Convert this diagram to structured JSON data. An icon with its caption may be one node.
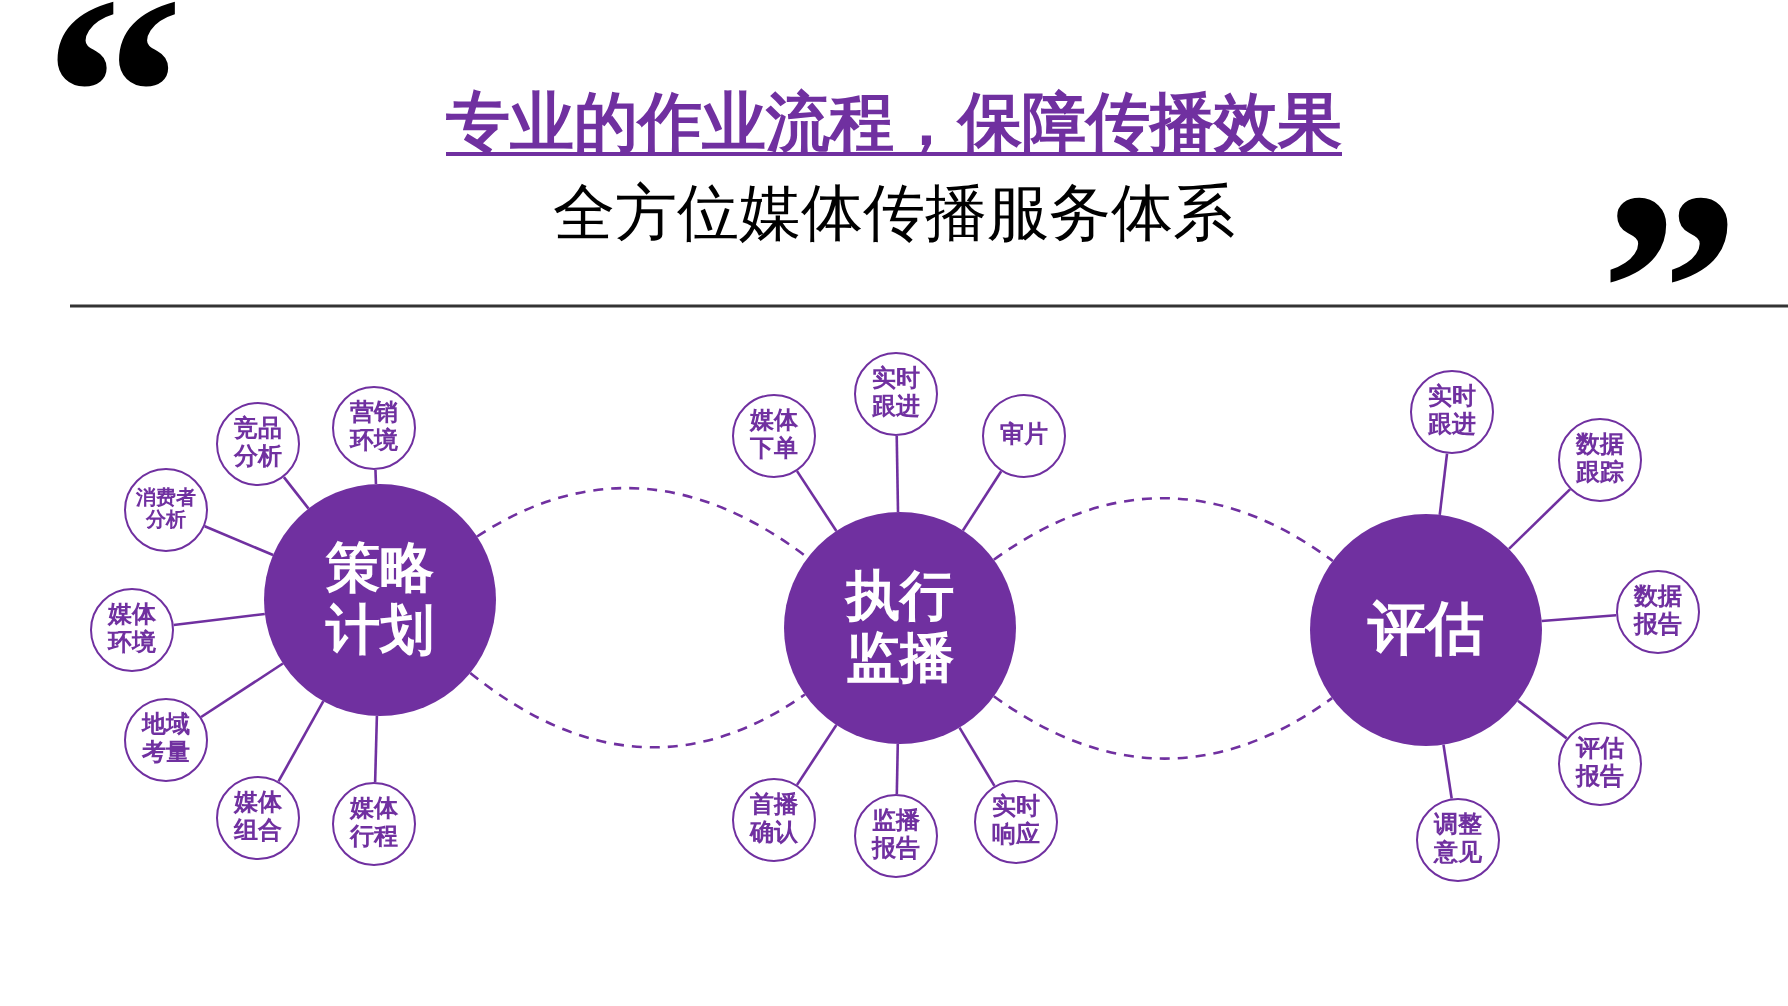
{
  "diagram": {
    "title": "专业的作业流程，保障传播效果",
    "nodes": [
      {
        "text": [
          "策略计划"
        ]
      },
      {
        "text": [
          "竞品分析"
        ]
      },
      {
        "text": [
          "营销环境"
        ]
      },
      {
        "text": [
          "消费者分析"
        ]
      },
      {
        "text": [
          "媒体环境"
        ]
      },
      {
        "text": [
          "地域考量"
        ]
      },
      {
        "text": [
          "媒体组合"
        ]
      },
      {
        "text": [
          "媒体行程"
        ]
      },
      {
        "text": [
          "执行监播"
        ]
      },
      {
        "text": [
          "媒体下单"
        ]
      },
      {
        "text": [
          "实时跟进"
        ]
      },
      {
        "text": [
          "审片"
        ]
      },
      {
        "text": [
          "首播确认"
        ]
      },
      {
        "text": [
          "监播报告"
        ]
      },
      {
        "text": [
          "实时响应"
        ]
      },
      {
        "text": [
          "评估"
        ]
      },
      {
        "text": [
          "实时跟进"
        ]
      },
      {
        "text": [
          "数据跟踪"
        ]
      },
      {
        "text": [
          "数据报告"
        ]
      },
      {
        "text": [
          "评估报告"
        ]
      },
      {
        "text": [
          "调整意见"
        ]
      }
    ],
    "edges": [
      {
        "from": 0,
        "to": 1,
        "arrow": "none"
      },
      {
        "from": 0,
        "to": 2,
        "arrow": "none"
      },
      {
        "from": 0,
        "to": 3,
        "arrow": "none"
      },
      {
        "from": 0,
        "to": 4,
        "arrow": "none"
      },
      {
        "from": 0,
        "to": 5,
        "arrow": "none"
      },
      {
        "from": 0,
        "to": 6,
        "arrow": "none"
      },
      {
        "from": 0,
        "to": 7,
        "arrow": "none"
      },
      {
        "from": 8,
        "to": 9,
        "arrow": "none"
      },
      {
        "from": 8,
        "to": 10,
        "arrow": "none"
      },
      {
        "from": 8,
        "to": 11,
        "arrow": "none"
      },
      {
        "from": 8,
        "to": 12,
        "arrow": "none"
      },
      {
        "from": 8,
        "to": 13,
        "arrow": "none"
      },
      {
        "from": 8,
        "to": 14,
        "arrow": "none"
      },
      {
        "from": 15,
        "to": 16,
        "arrow": "none"
      },
      {
        "from": 15,
        "to": 17,
        "arrow": "none"
      },
      {
        "from": 15,
        "to": 18,
        "arrow": "none"
      },
      {
        "from": 15,
        "to": 19,
        "arrow": "none"
      },
      {
        "from": 15,
        "to": 20,
        "arrow": "none"
      },
      {
        "from": 0,
        "to": 8,
        "arrow": "none",
        "style": "dashed"
      },
      {
        "from": 0,
        "to": 8,
        "arrow": "none",
        "style": "dashed"
      },
      {
        "from": 8,
        "to": 15,
        "arrow": "none",
        "style": "dashed"
      },
      {
        "from": 8,
        "to": 15,
        "arrow": "none",
        "style": "dashed"
      }
    ],
    "labels": [
      "“",
      "全方位媒体传播服务体系",
      "”"
    ]
  }
}
